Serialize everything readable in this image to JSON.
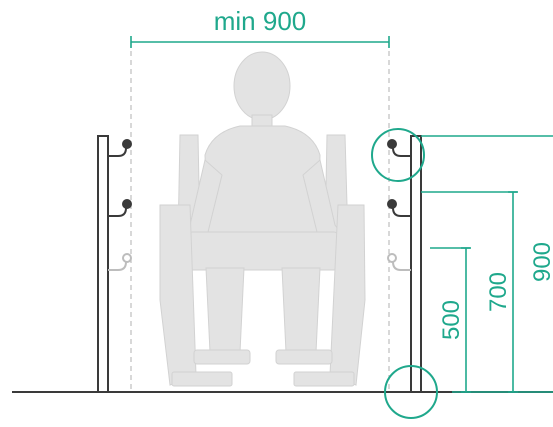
{
  "colors": {
    "accent": "#1fa88c",
    "figure": "#e3e3e3",
    "figure_stroke": "#d2d2d2",
    "line": "#3a3a3a",
    "dashed": "#bdbdbd"
  },
  "labels": {
    "min_width": "min 900",
    "h500": "500",
    "h700": "700",
    "h900": "900"
  },
  "icons": {
    "figure": "wheelchair-user-icon",
    "handrail": "handrail-bracket-icon"
  }
}
